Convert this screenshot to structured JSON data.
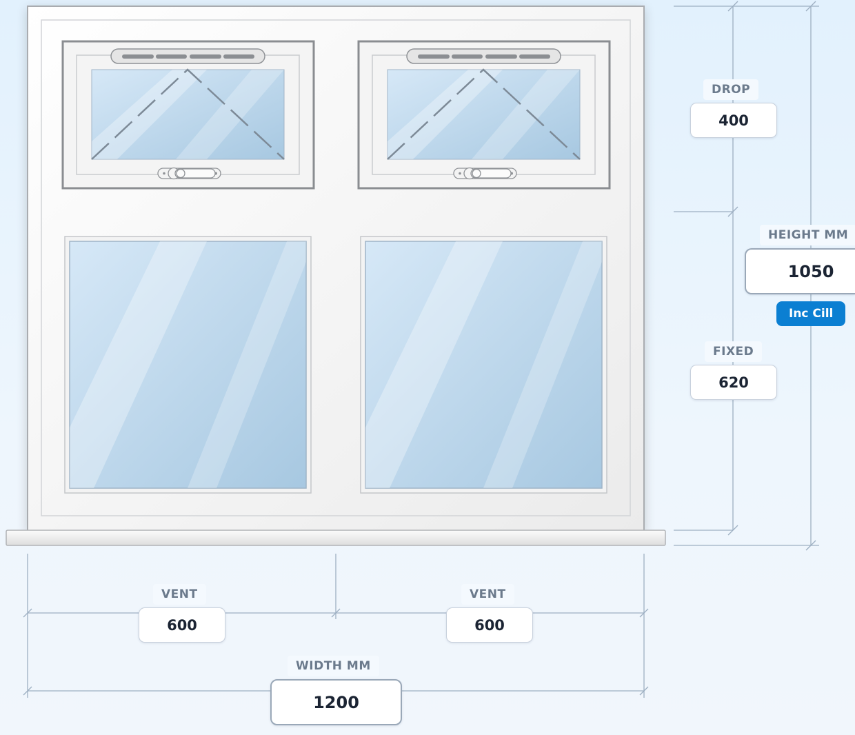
{
  "dimensions": {
    "drop": {
      "label": "DROP",
      "value": "400"
    },
    "fixed": {
      "label": "FIXED",
      "value": "620"
    },
    "height": {
      "label": "HEIGHT MM",
      "value": "1050",
      "badge": "Inc Cill"
    },
    "vent_left": {
      "label": "VENT",
      "value": "600"
    },
    "vent_right": {
      "label": "VENT",
      "value": "600"
    },
    "width": {
      "label": "WIDTH MM",
      "value": "1200"
    }
  },
  "colors": {
    "frame_border": "#a9acb0",
    "sash_border": "#8a8d91",
    "glass_light": "#d4e7f6",
    "glass_dark": "#a9c9e2",
    "dimension_line": "#9dafc2",
    "badge": "#0b7fd2"
  }
}
